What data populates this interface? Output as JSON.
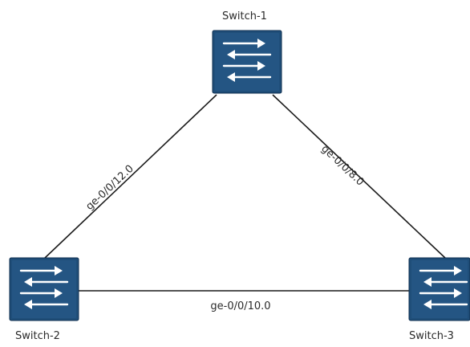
{
  "nodes": {
    "switch1": {
      "label": "Switch-1"
    },
    "switch2": {
      "label": "Switch-2"
    },
    "switch3": {
      "label": "Switch-3"
    }
  },
  "links": {
    "s1_s2": {
      "label": "ge-0/0/12.0"
    },
    "s1_s3": {
      "label": "ge-0/0/8.0"
    },
    "s2_s3": {
      "label": "ge-0/0/10.0"
    }
  },
  "colors": {
    "switch_fill": "#1f4e79",
    "link": "#1a1a1a",
    "background": "#ffffff"
  }
}
